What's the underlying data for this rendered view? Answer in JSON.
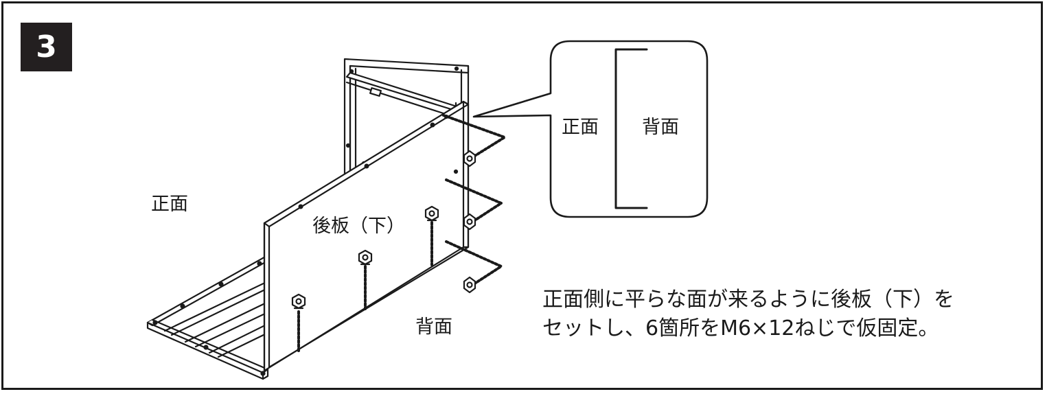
{
  "step": {
    "number": "3"
  },
  "labels": {
    "front_left": "正面",
    "back_bottom": "背面",
    "back_panel_lower": "後板（下）",
    "callout_front": "正面",
    "callout_back": "背面"
  },
  "instruction": {
    "line1": "正面側に平らな面が来るように後板（下）を",
    "line2": "セットし、6箇所をM6×12ねじで仮固定。"
  }
}
